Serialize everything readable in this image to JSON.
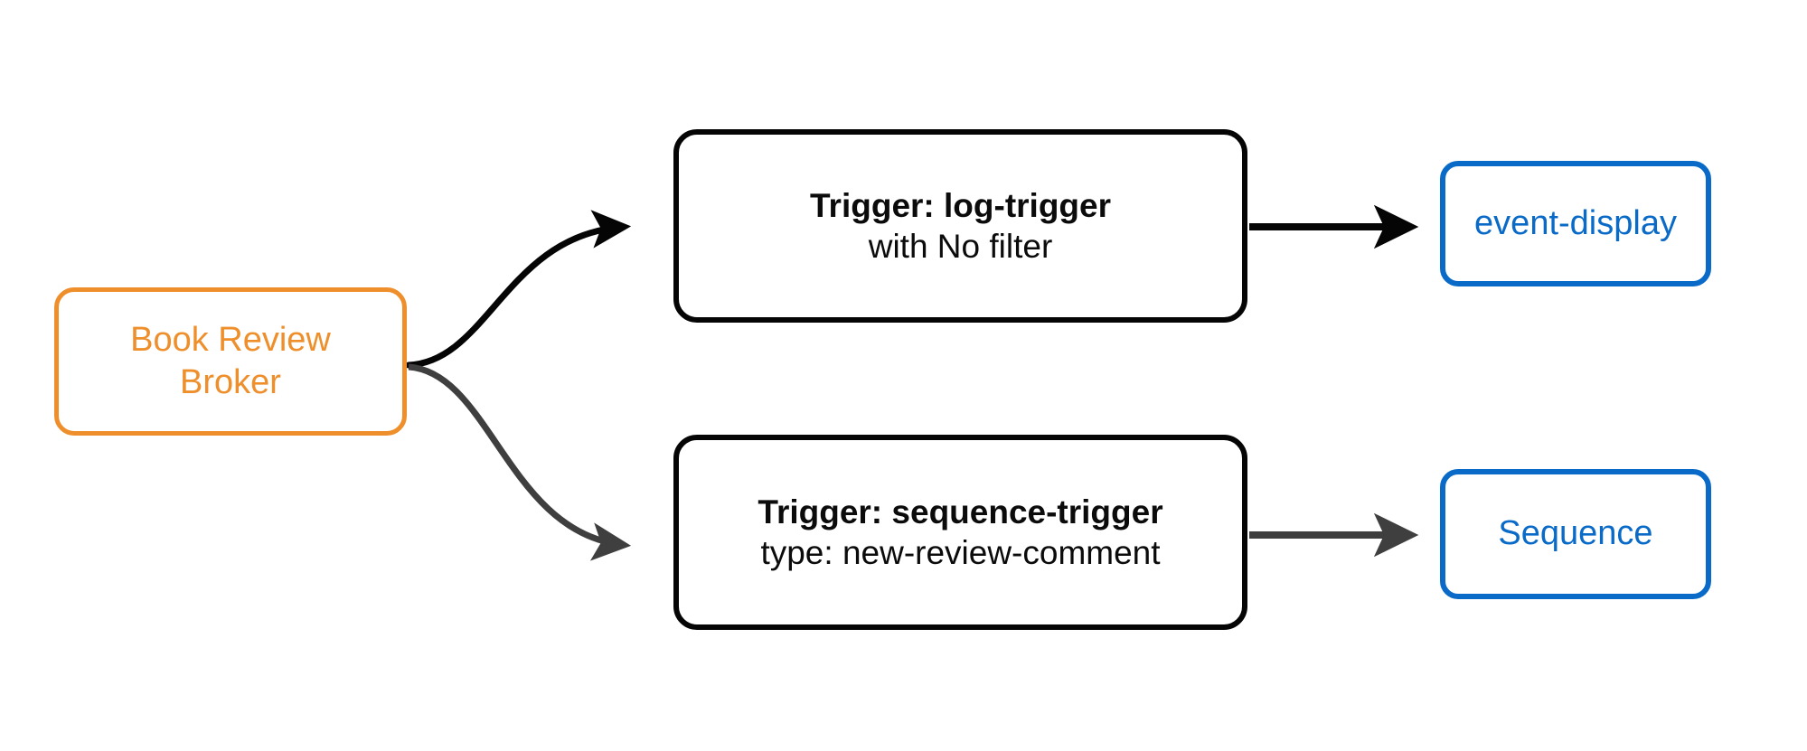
{
  "diagram": {
    "type": "flowchart",
    "orientation": "left-to-right",
    "background_color": "#ffffff",
    "nodes": {
      "broker": {
        "name": "Book Review Broker",
        "line1": "Book Review",
        "line2": "Broker",
        "border_color": "#ee8f2c",
        "text_color": "#ee8f2c",
        "shape": "rounded-rectangle"
      },
      "log_trigger": {
        "title": "Trigger: log-trigger",
        "subtitle": "with No filter",
        "border_color": "#050505",
        "text_color": "#0b0b0b",
        "shape": "rounded-rectangle"
      },
      "sequence_trigger": {
        "title": "Trigger: sequence-trigger",
        "subtitle": "type: new-review-comment",
        "border_color": "#050505",
        "text_color": "#0b0b0b",
        "shape": "rounded-rectangle"
      },
      "event_display": {
        "label": "event-display",
        "border_color": "#0a6ac8",
        "text_color": "#0a6ac8",
        "shape": "rounded-rectangle"
      },
      "sequence": {
        "label": "Sequence",
        "border_color": "#0a6ac8",
        "text_color": "#0a6ac8",
        "shape": "rounded-rectangle"
      }
    },
    "edges": [
      {
        "from": "broker",
        "to": "log_trigger",
        "style": "curved",
        "color": "#050505",
        "arrow": "filled-triangle"
      },
      {
        "from": "broker",
        "to": "sequence_trigger",
        "style": "curved",
        "color": "#3f3f3f",
        "arrow": "filled-triangle"
      },
      {
        "from": "log_trigger",
        "to": "event_display",
        "style": "straight",
        "color": "#050505",
        "arrow": "filled-triangle"
      },
      {
        "from": "sequence_trigger",
        "to": "sequence",
        "style": "straight",
        "color": "#3f3f3f",
        "arrow": "filled-triangle"
      }
    ]
  }
}
